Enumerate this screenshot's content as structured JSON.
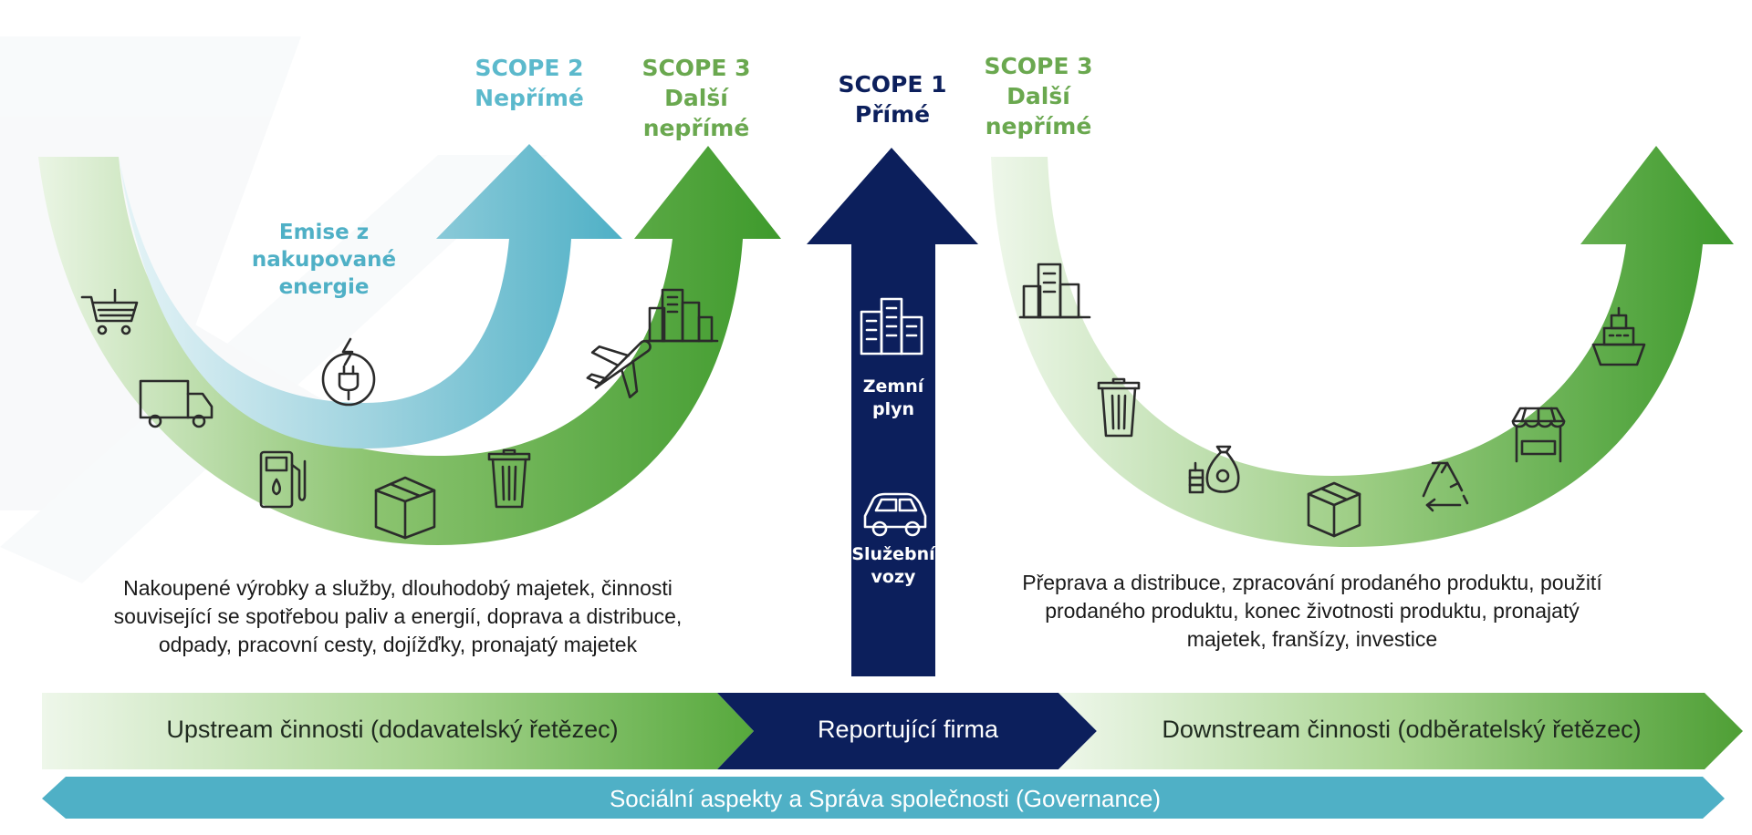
{
  "scopes": {
    "scope2": {
      "title": "SCOPE 2",
      "subtitle": "Nepřímé",
      "color": "#5bb9cc"
    },
    "scope3_upstream": {
      "title": "SCOPE 3",
      "line2": "Další",
      "line3": "nepřímé",
      "color": "#6aa84f"
    },
    "scope1": {
      "title": "SCOPE 1",
      "subtitle": "Přímé",
      "color": "#0c1f5c"
    },
    "scope3_downstream": {
      "title": "SCOPE 3",
      "line2": "Další",
      "line3": "nepřímé",
      "color": "#6aa84f"
    }
  },
  "scope2_arc": {
    "line1": "Emise z",
    "line2": "nakupované",
    "line3": "energie",
    "icons": [
      "ev-charging-plug-icon"
    ]
  },
  "upstream_arc": {
    "icons": [
      "shopping-basket-icon",
      "delivery-truck-icon",
      "fuel-pump-icon",
      "cardboard-box-icon",
      "trash-bin-icon",
      "airplane-icon",
      "city-buildings-icon"
    ]
  },
  "scope1_arrow": {
    "icons": [
      "office-buildings-icon",
      "car-icon"
    ],
    "label1_line1": "Zemní",
    "label1_line2": "plyn",
    "label2_line1": "Služební",
    "label2_line2": "vozy"
  },
  "downstream_arc": {
    "icons": [
      "factory-icon",
      "trash-bin-icon",
      "money-bag-icon",
      "cardboard-box-icon",
      "recycle-icon",
      "market-stall-icon",
      "cargo-ship-icon"
    ]
  },
  "descriptions": {
    "upstream": {
      "line1": "Nakoupené výrobky a služby, dlouhodobý majetek, činnosti",
      "line2": "související se spotřebou paliv a energií, doprava a distribuce,",
      "line3": "odpady, pracovní cesty, dojížďky, pronajatý majetek"
    },
    "downstream": {
      "line1": "Přeprava a distribuce, zpracování prodaného produktu, použití",
      "line2": "prodaného produktu, konec životnosti produktu, pronajatý",
      "line3": "majetek, franšízy, investice"
    }
  },
  "bands": {
    "upstream": "Upstream činnosti (dodavatelský řetězec)",
    "company": "Reportující firma",
    "downstream": "Downstream činnosti (odběratelský řetězec)",
    "governance": "Sociální aspekty a Správa společnosti (Governance)"
  },
  "colors": {
    "green_dark": "#4f9b34",
    "green_light": "#d8edcf",
    "teal": "#4fb0c6",
    "teal_light": "#d9eef3",
    "navy": "#0c1f5c",
    "icon": "#2b2b2b"
  }
}
